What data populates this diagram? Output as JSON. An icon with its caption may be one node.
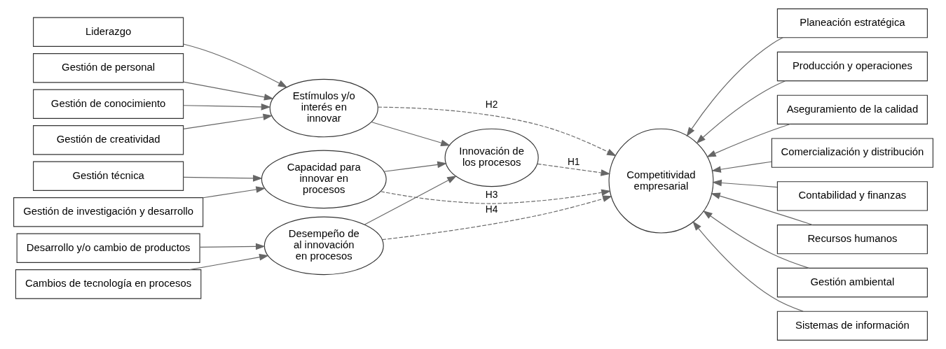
{
  "diagram": {
    "nodes": [
      {
        "text": [
          "Liderazgo"
        ]
      },
      {
        "text": [
          "Gestión de personal"
        ]
      },
      {
        "text": [
          "Gestión de conocimiento"
        ]
      },
      {
        "text": [
          "Gestión de creatividad"
        ]
      },
      {
        "text": [
          "Gestión técnica"
        ]
      },
      {
        "text": [
          "Gestión de investigación y desarrollo"
        ]
      },
      {
        "text": [
          "Desarrollo y/o cambio de productos"
        ]
      },
      {
        "text": [
          "Cambios de tecnología en procesos"
        ]
      },
      {
        "text": [
          "Estímulos y/o interés en innovar"
        ]
      },
      {
        "text": [
          "Capacidad para innovar en procesos"
        ]
      },
      {
        "text": [
          "Desempeño de al innovación en procesos"
        ]
      },
      {
        "text": [
          "Innovación de los procesos"
        ]
      },
      {
        "text": [
          "Competitividad empresarial"
        ]
      },
      {
        "text": [
          "Planeación estratégica"
        ]
      },
      {
        "text": [
          "Producción y operaciones"
        ]
      },
      {
        "text": [
          "Aseguramiento de la calidad"
        ]
      },
      {
        "text": [
          "Comercialización y distribución"
        ]
      },
      {
        "text": [
          "Contabilidad y finanzas"
        ]
      },
      {
        "text": [
          "Recursos humanos"
        ]
      },
      {
        "text": [
          "Gestión ambiental"
        ]
      },
      {
        "text": [
          "Sistemas de información"
        ]
      }
    ],
    "edges": [
      {
        "from": 0,
        "to": 8,
        "arrow": "to"
      },
      {
        "from": 1,
        "to": 8,
        "arrow": "to"
      },
      {
        "from": 2,
        "to": 8,
        "arrow": "to"
      },
      {
        "from": 3,
        "to": 8,
        "arrow": "to"
      },
      {
        "from": 4,
        "to": 9,
        "arrow": "to"
      },
      {
        "from": 5,
        "to": 9,
        "arrow": "to"
      },
      {
        "from": 6,
        "to": 10,
        "arrow": "to"
      },
      {
        "from": 7,
        "to": 10,
        "arrow": "to"
      },
      {
        "from": 8,
        "to": 11,
        "arrow": "to"
      },
      {
        "from": 9,
        "to": 11,
        "arrow": "to"
      },
      {
        "from": 10,
        "to": 11,
        "arrow": "to"
      },
      {
        "from": 11,
        "to": 12,
        "arrow": "to",
        "label": "H1",
        "style": "dashed"
      },
      {
        "from": 8,
        "to": 12,
        "arrow": "to",
        "label": "H2",
        "style": "dashed"
      },
      {
        "from": 9,
        "to": 12,
        "arrow": "to",
        "label": "H3",
        "style": "dashed"
      },
      {
        "from": 10,
        "to": 12,
        "arrow": "to",
        "label": "H4",
        "style": "dashed"
      },
      {
        "from": 13,
        "to": 12,
        "arrow": "to"
      },
      {
        "from": 14,
        "to": 12,
        "arrow": "to"
      },
      {
        "from": 15,
        "to": 12,
        "arrow": "to"
      },
      {
        "from": 16,
        "to": 12,
        "arrow": "to"
      },
      {
        "from": 17,
        "to": 12,
        "arrow": "to"
      },
      {
        "from": 18,
        "to": 12,
        "arrow": "to"
      },
      {
        "from": 19,
        "to": 12,
        "arrow": "to"
      },
      {
        "from": 20,
        "to": 12,
        "arrow": "to"
      }
    ]
  }
}
